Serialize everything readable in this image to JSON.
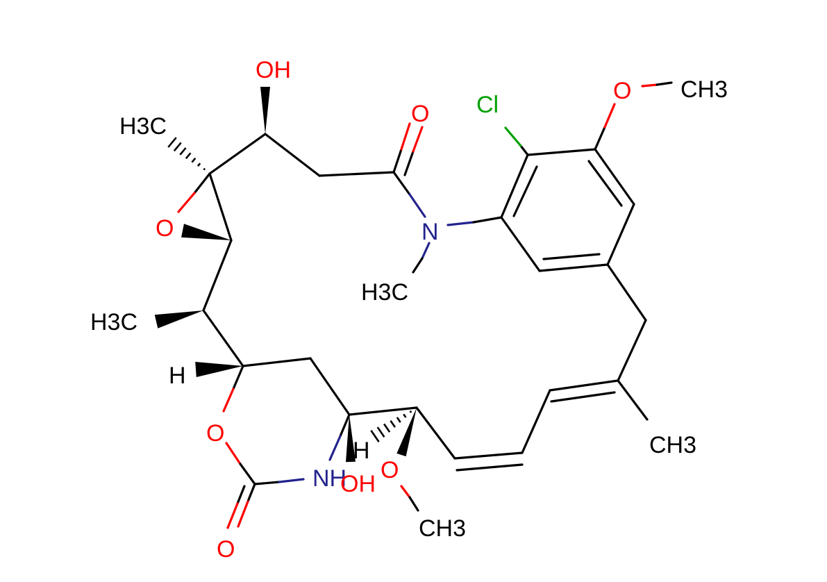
{
  "structure": {
    "colors": {
      "carbon": "#000000",
      "oxygen": "#ff0000",
      "nitrogen": "#23238e",
      "chlorine": "#00a000"
    },
    "atom_labels": [
      {
        "id": "oh-top",
        "text": "OH",
        "element": "oxygen"
      },
      {
        "id": "amide-o",
        "text": "O",
        "element": "oxygen"
      },
      {
        "id": "cl",
        "text": "Cl",
        "element": "chlorine"
      },
      {
        "id": "aryl-methoxy-o",
        "text": "O",
        "element": "oxygen"
      },
      {
        "id": "aryl-methoxy-ch3",
        "text": "CH3",
        "element": "carbon"
      },
      {
        "id": "epoxide-methyl",
        "text": "H3C",
        "element": "carbon"
      },
      {
        "id": "epoxide-o",
        "text": "O",
        "element": "oxygen"
      },
      {
        "id": "amide-n",
        "text": "N",
        "element": "nitrogen"
      },
      {
        "id": "n-methyl",
        "text": "H3C",
        "element": "carbon"
      },
      {
        "id": "side-methyl",
        "text": "H3C",
        "element": "carbon"
      },
      {
        "id": "h-ester",
        "text": "H",
        "element": "carbon"
      },
      {
        "id": "ester-o",
        "text": "O",
        "element": "oxygen"
      },
      {
        "id": "carbamate-o",
        "text": "O",
        "element": "oxygen"
      },
      {
        "id": "carbamate-nh",
        "text": "NH",
        "element": "nitrogen"
      },
      {
        "id": "h-nh-carbon",
        "text": "H",
        "element": "carbon"
      },
      {
        "id": "oh-bottom",
        "text": "OH",
        "element": "oxygen"
      },
      {
        "id": "methoxy-o",
        "text": "O",
        "element": "oxygen"
      },
      {
        "id": "methoxy-ch3",
        "text": "CH3",
        "element": "carbon"
      },
      {
        "id": "diene-methyl",
        "text": "CH3",
        "element": "carbon"
      }
    ]
  }
}
